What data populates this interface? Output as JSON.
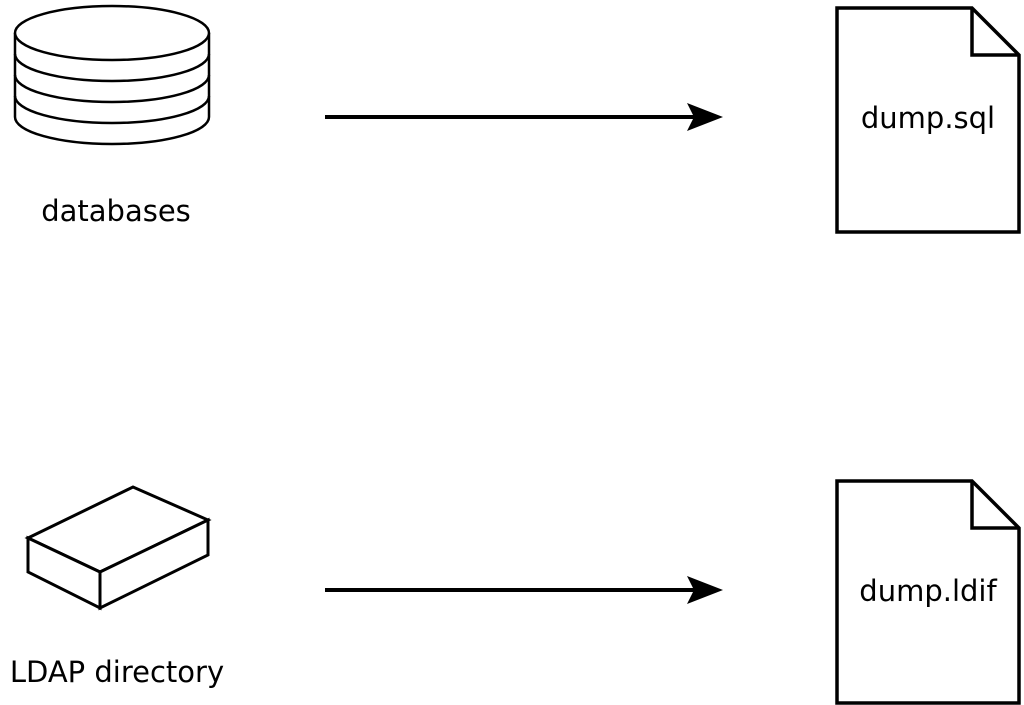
{
  "background": "#ffffff",
  "stroke_color": "#000000",
  "rows": [
    {
      "source": "databases",
      "source_icon": "database-cylinder-icon",
      "arrow_icon": "arrow-right-icon",
      "target": "dump.sql",
      "target_icon": "document-file-icon"
    },
    {
      "source": "LDAP directory",
      "source_icon": "box-3d-icon",
      "arrow_icon": "arrow-right-icon",
      "target": "dump.ldif",
      "target_icon": "document-file-icon"
    }
  ]
}
